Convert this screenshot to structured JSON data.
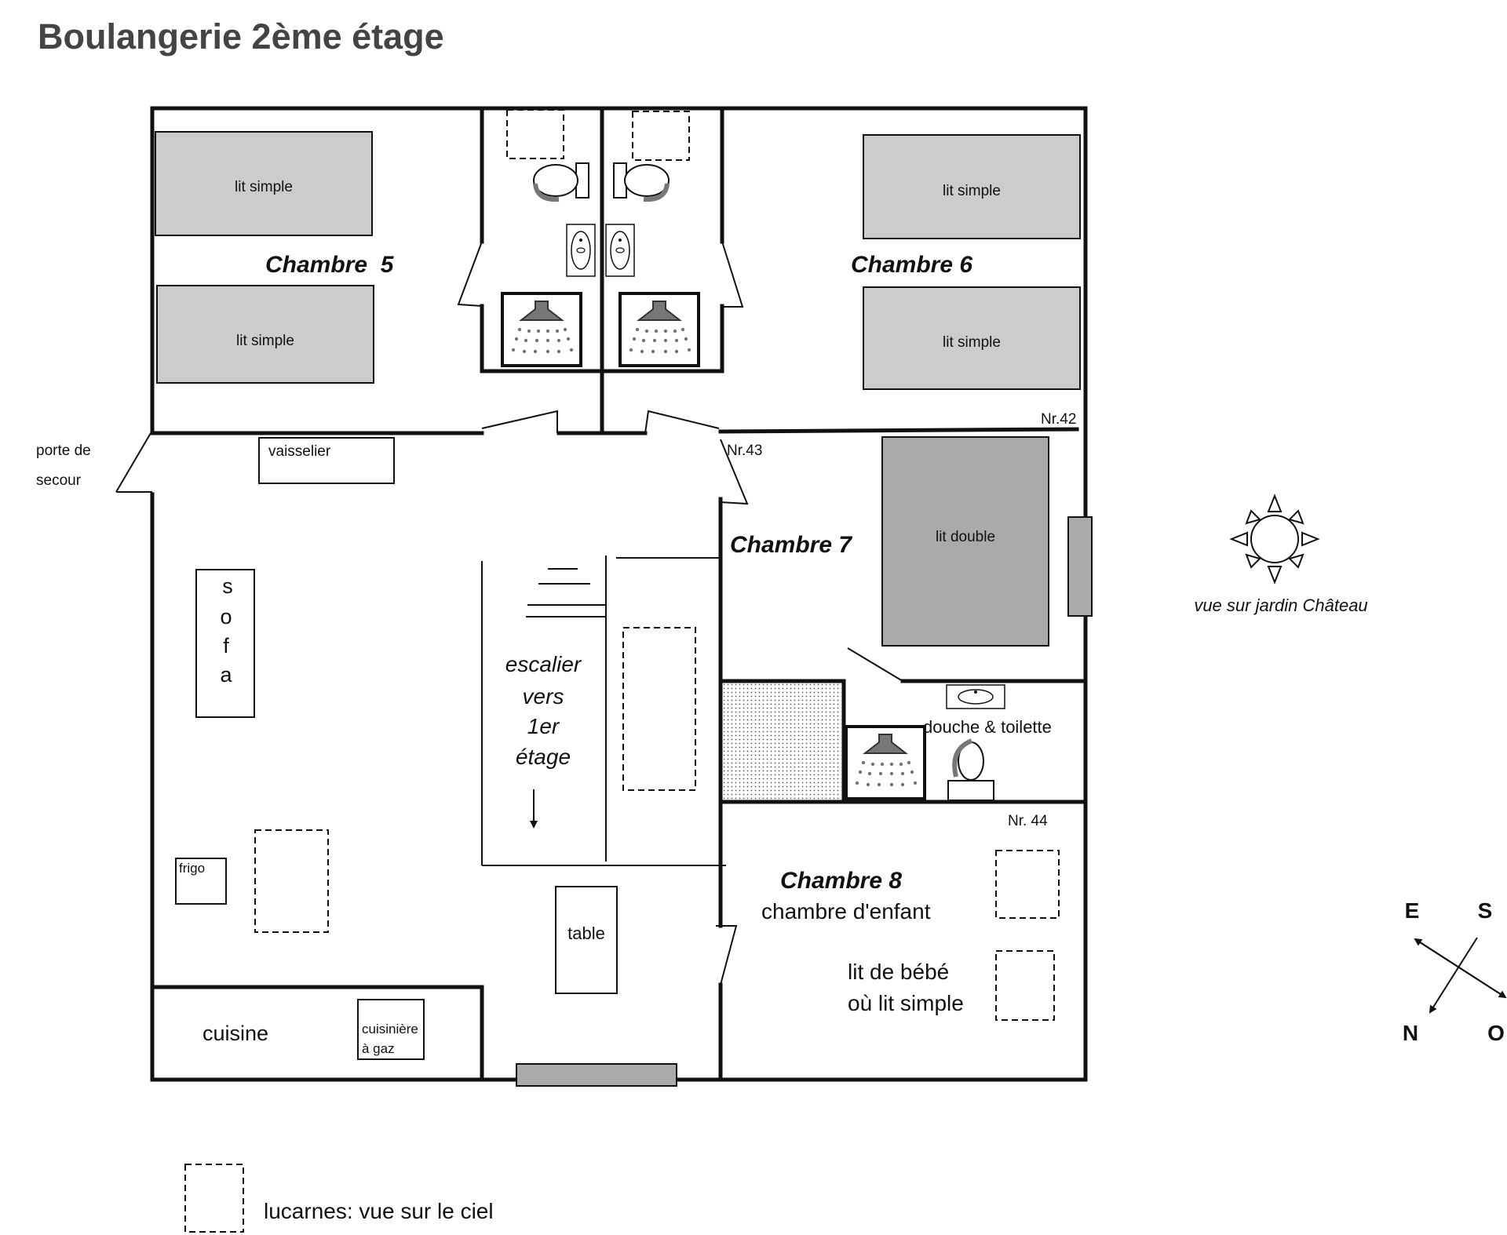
{
  "title": "Boulangerie 2ème étage",
  "rooms": {
    "ch5": "Chambre  5",
    "ch6": "Chambre 6",
    "ch7": "Chambre 7",
    "ch8": "Chambre 8",
    "ch8_sub": "chambre d'enfant"
  },
  "furniture": {
    "lit_simple": "lit simple",
    "lit_double": "lit double",
    "vaisselier": "vaisselier",
    "sofa": [
      "s",
      "o",
      "f",
      "a"
    ],
    "frigo": "frigo",
    "cuisine": "cuisine",
    "cuisiniere": [
      "cuisinière",
      "à gaz"
    ],
    "table": "table",
    "douche_toilette": "douche & toilette",
    "lit_bebe": [
      "lit de bébé",
      "où lit simple"
    ]
  },
  "doors": {
    "porte_secours": [
      "porte de",
      "secour"
    ]
  },
  "numbers": {
    "nr42": "Nr.42",
    "nr43": "Nr.43",
    "nr44": "Nr. 44"
  },
  "stairs": [
    "escalier",
    "vers",
    "1er",
    "étage"
  ],
  "sun": {
    "label": "vue sur jardin Château",
    "icon": "sun-icon"
  },
  "compass": {
    "e": "E",
    "s": "S",
    "n": "N",
    "o": "O"
  },
  "legend": {
    "text": "lucarnes: vue sur le ciel"
  },
  "colors": {
    "title": "#444444",
    "bed": "#cccccc",
    "bed_double": "#aaaaaa",
    "window": "#aaaaaa",
    "wall": "#111111"
  }
}
